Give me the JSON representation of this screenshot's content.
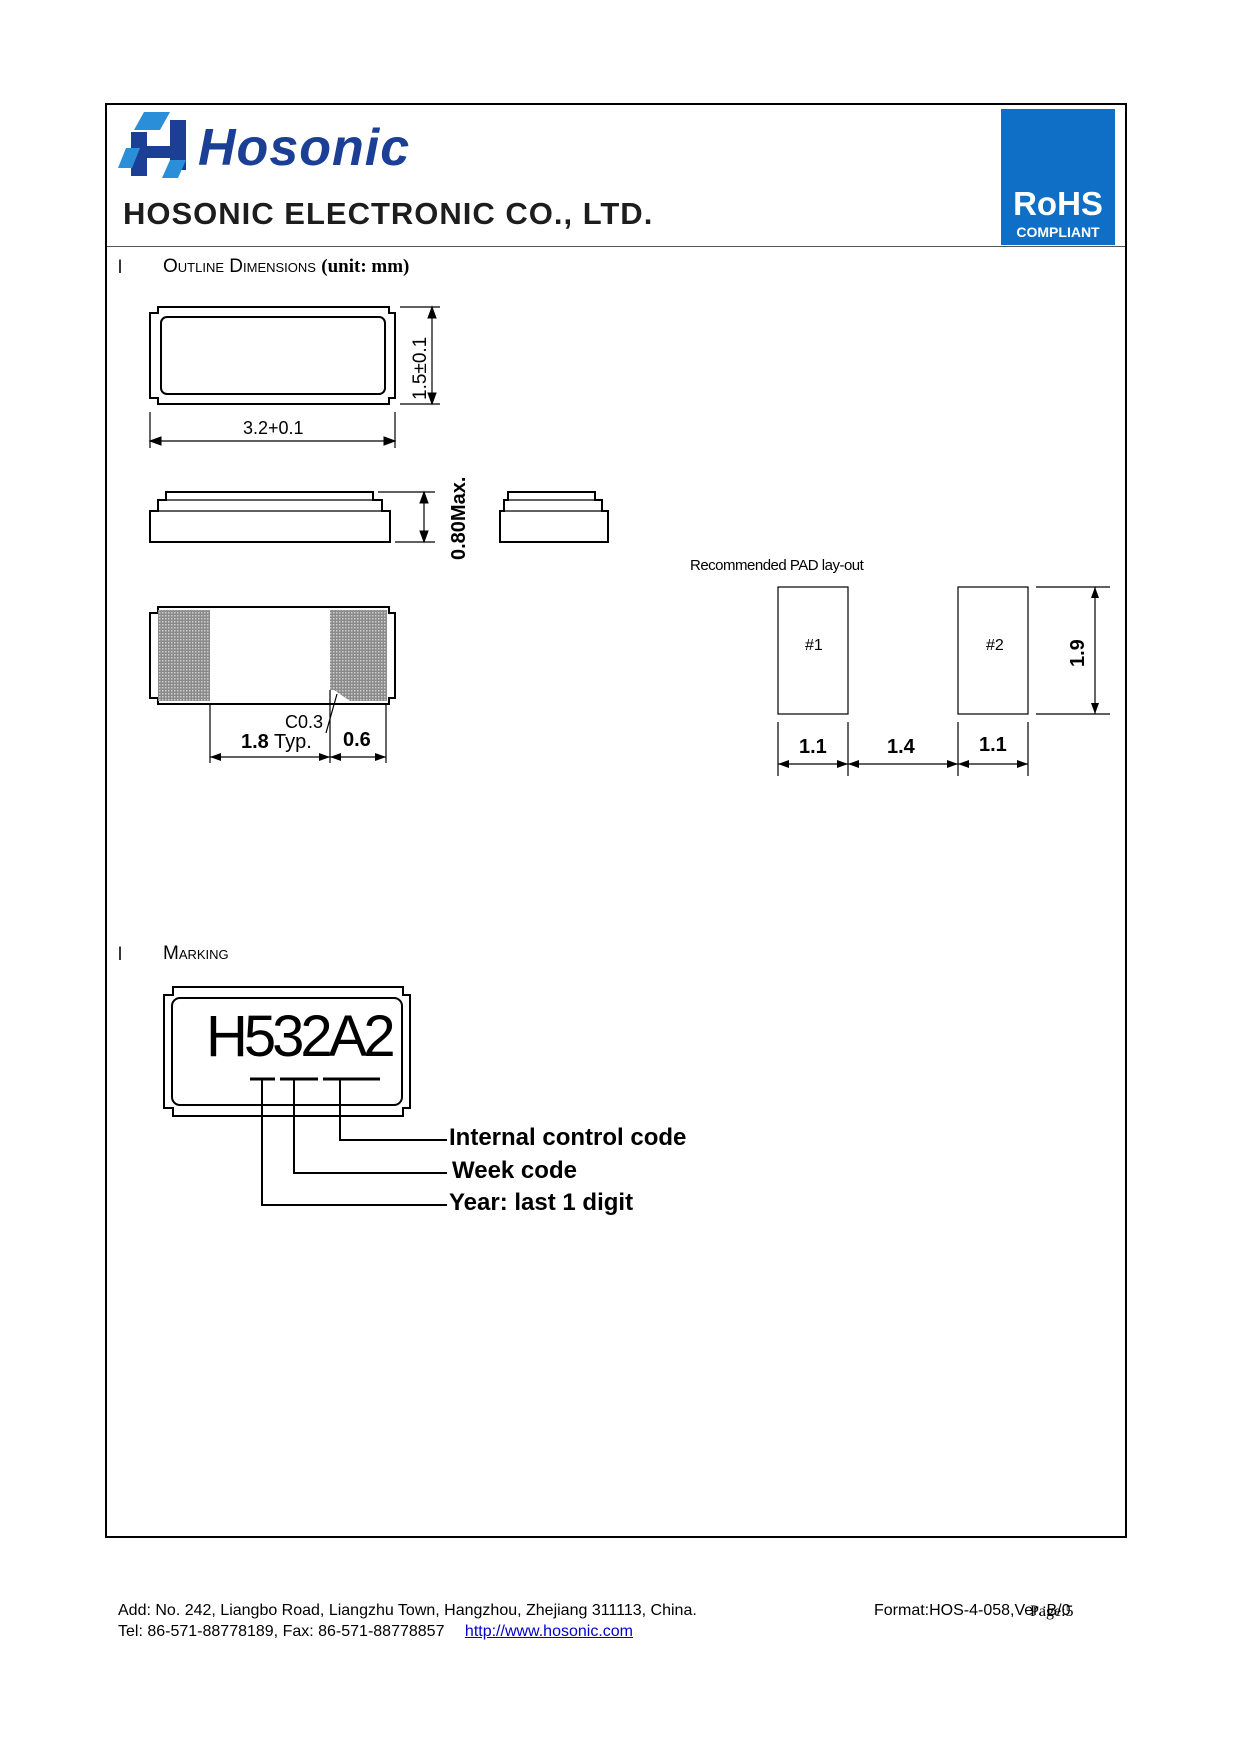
{
  "header": {
    "brand": "Hosonic",
    "company": "HOSONIC ELECTRONIC CO., LTD.",
    "rohs_title": "RoHS",
    "rohs_sub": "COMPLIANT",
    "brand_color": "#1a3f95",
    "rohs_color": "#0f6fc6"
  },
  "outline": {
    "bullet": "l",
    "title": "Outline Dimensions",
    "unit": "(unit: mm)",
    "dims": {
      "height_tol": "1.5±0.1",
      "width_tol": "3.2+0.1",
      "thickness": "0.80Max.",
      "chamfer": "C0.3",
      "pad_typ_value": "1.8",
      "pad_typ_suffix": "Typ.",
      "pad_end": "0.6"
    }
  },
  "pad_layout": {
    "title": "Recommended PAD lay-out",
    "pad1": "#1",
    "pad2": "#2",
    "height": "1.9",
    "w1": "1.1",
    "gap": "1.4",
    "w2": "1.1"
  },
  "marking": {
    "bullet": "l",
    "title": "Marking",
    "code": "H532A2",
    "labels": [
      "Internal control code",
      "Week code",
      "Year: last 1 digit"
    ]
  },
  "footer": {
    "address": "Add: No. 242, Liangbo Road, Liangzhu Town, Hangzhou, Zhejiang 311113, China.",
    "contact": "Tel: 86-571-88778189, Fax: 86-571-88778857",
    "url": "http://www.hosonic.com",
    "format": "Format:HOS-4-058,Ver.:B/0",
    "page": "Page:5"
  }
}
